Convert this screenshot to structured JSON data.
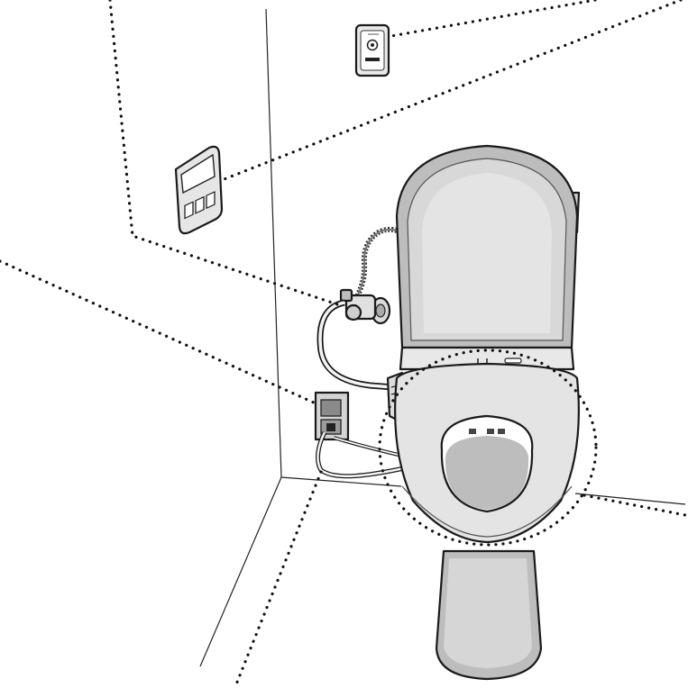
{
  "diagram": {
    "components": [
      {
        "id": "remote-control",
        "label": ""
      },
      {
        "id": "wall-remote-panel",
        "label": ""
      },
      {
        "id": "water-supply-valve",
        "label": ""
      },
      {
        "id": "electrical-outlet",
        "label": ""
      },
      {
        "id": "toilet-seat",
        "label": ""
      }
    ],
    "colors": {
      "outline": "#1a1a1a",
      "fill_light": "#d4d4d4",
      "fill_mid": "#bdbdbd",
      "fill_dark": "#8a8a8a",
      "callout": "#111111"
    }
  }
}
